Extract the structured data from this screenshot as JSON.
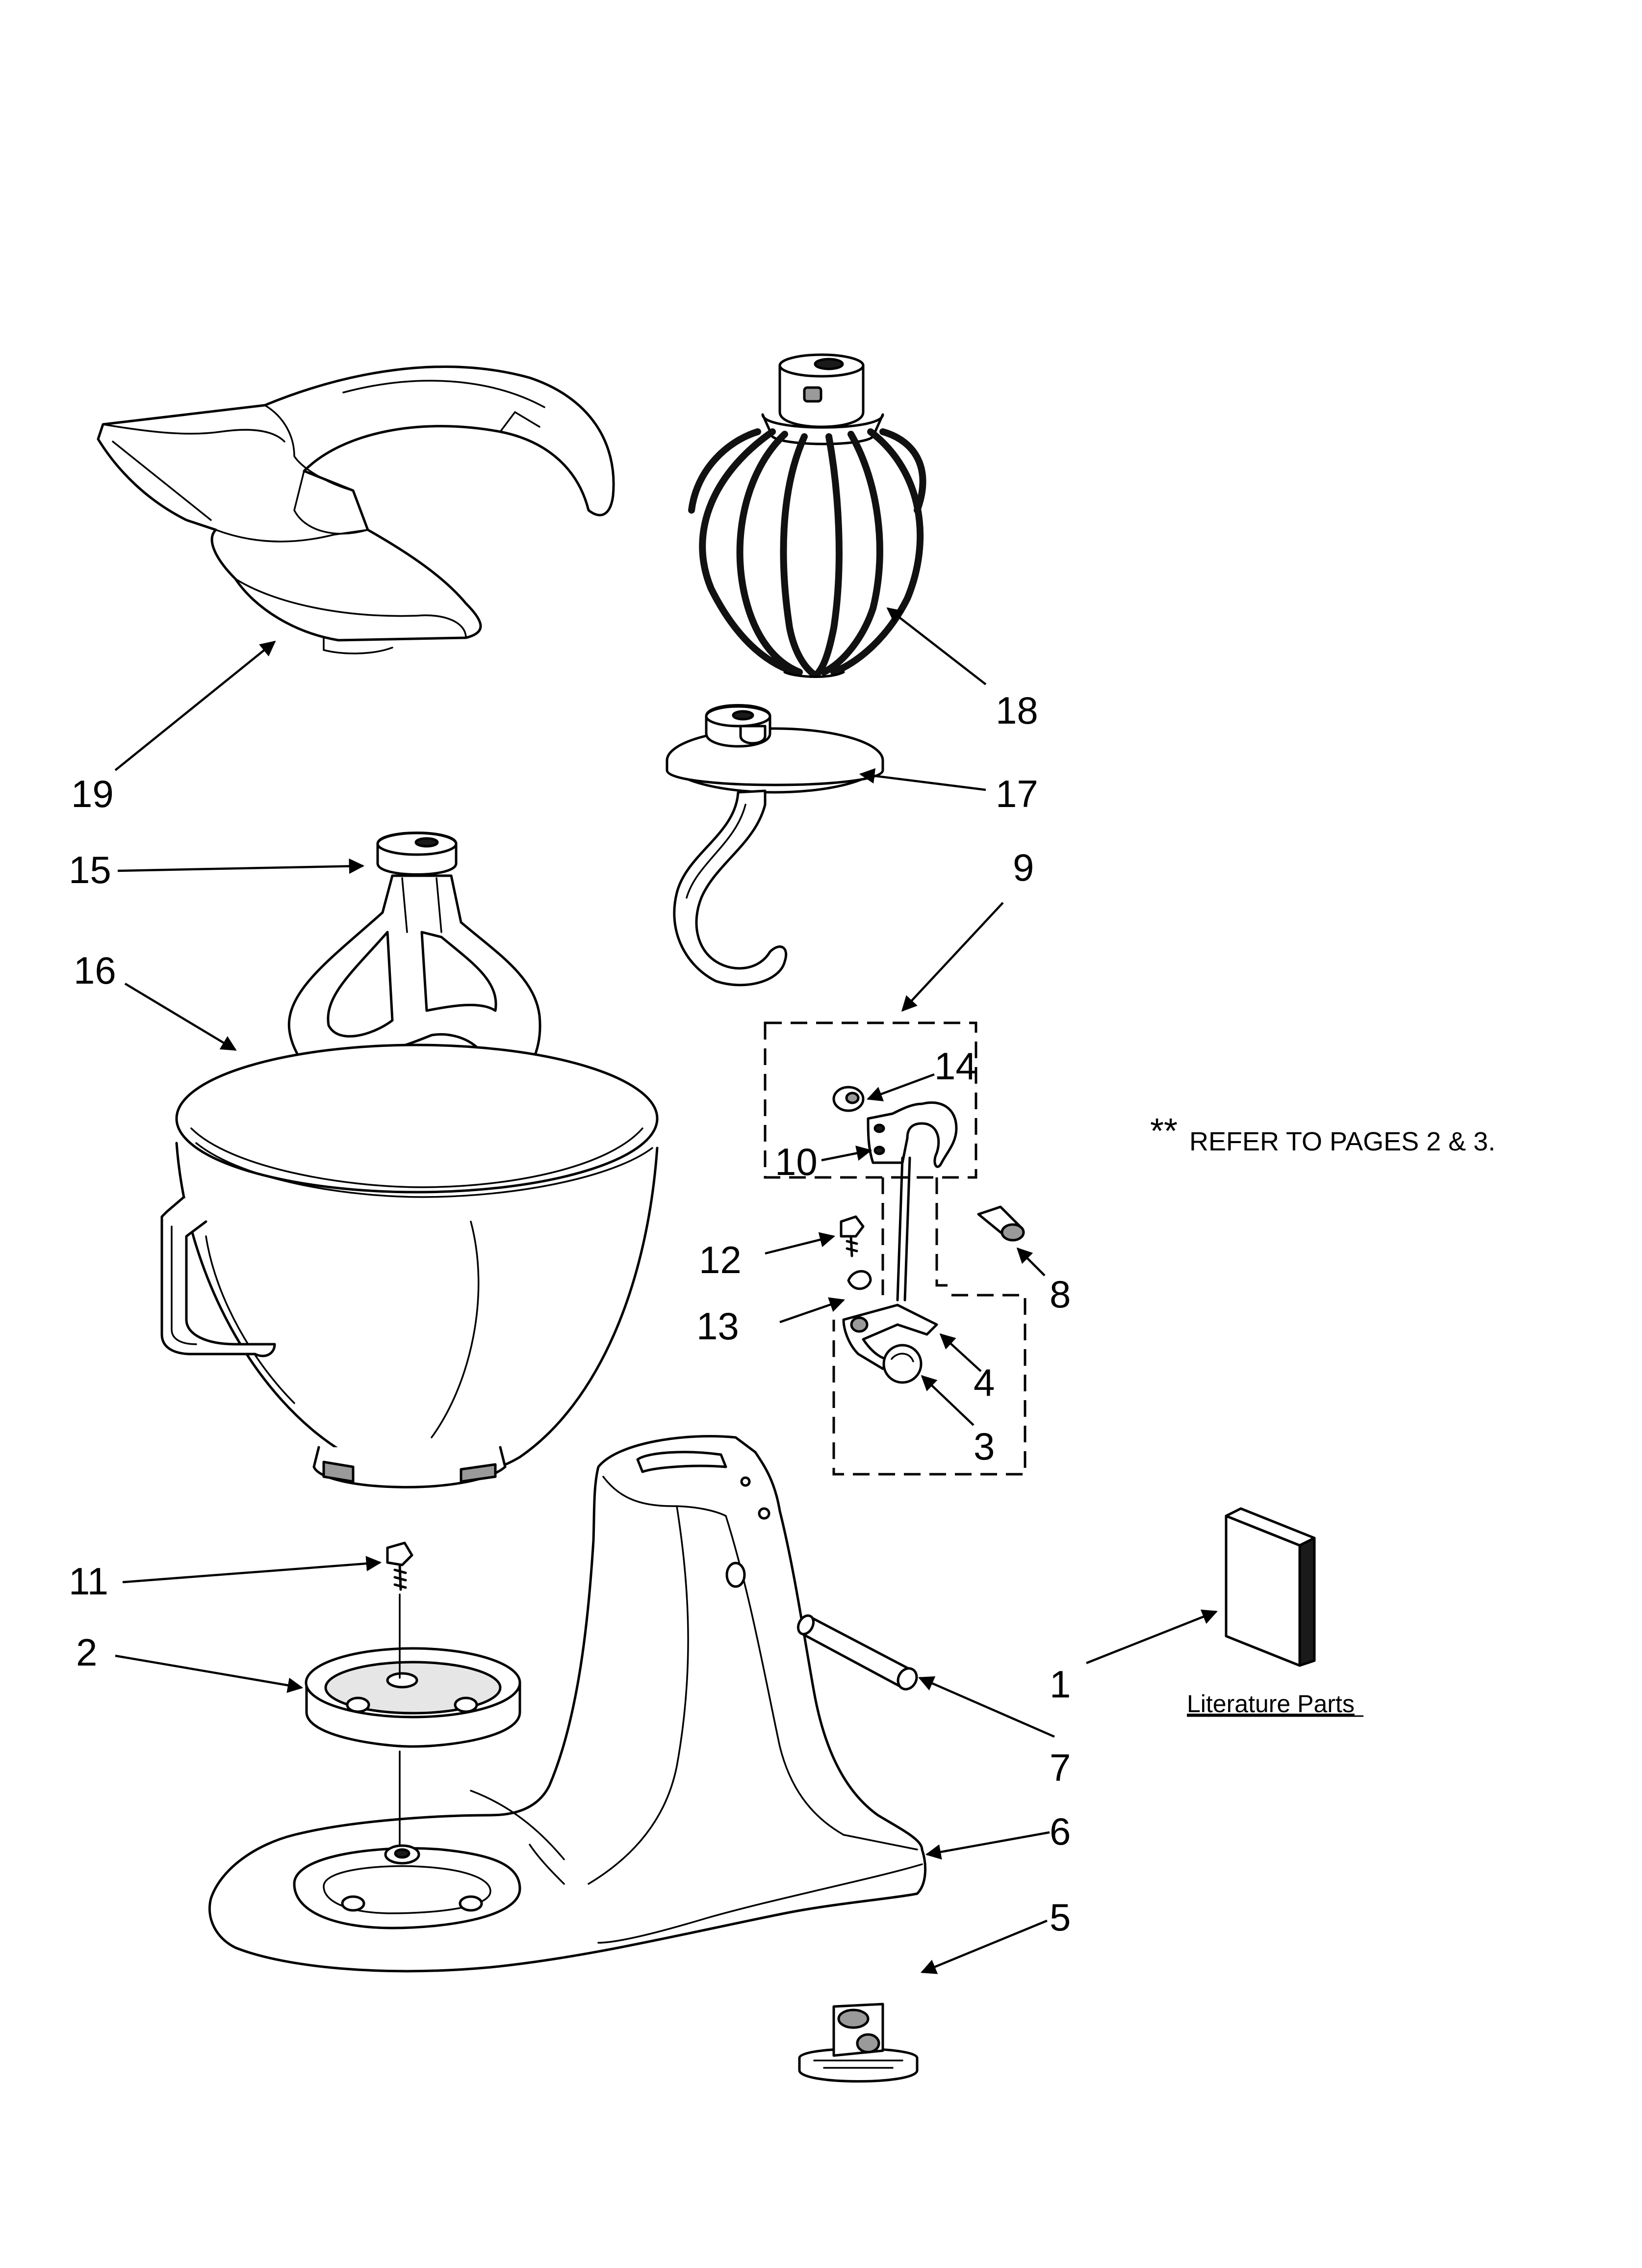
{
  "callouts": [
    {
      "id": "1",
      "label": "1"
    },
    {
      "id": "2",
      "label": "2"
    },
    {
      "id": "3",
      "label": "3"
    },
    {
      "id": "4",
      "label": "4"
    },
    {
      "id": "5",
      "label": "5"
    },
    {
      "id": "6",
      "label": "6"
    },
    {
      "id": "7",
      "label": "7"
    },
    {
      "id": "8",
      "label": "8"
    },
    {
      "id": "9",
      "label": "9"
    },
    {
      "id": "10",
      "label": "10"
    },
    {
      "id": "11",
      "label": "11"
    },
    {
      "id": "12",
      "label": "12"
    },
    {
      "id": "13",
      "label": "13"
    },
    {
      "id": "14",
      "label": "14"
    },
    {
      "id": "15",
      "label": "15"
    },
    {
      "id": "16",
      "label": "16"
    },
    {
      "id": "17",
      "label": "17"
    },
    {
      "id": "18",
      "label": "18"
    },
    {
      "id": "19",
      "label": "19"
    }
  ],
  "note": {
    "marker": "**",
    "text": "REFER TO PAGES 2 & 3."
  },
  "literature": {
    "label": "Literature Parts"
  }
}
